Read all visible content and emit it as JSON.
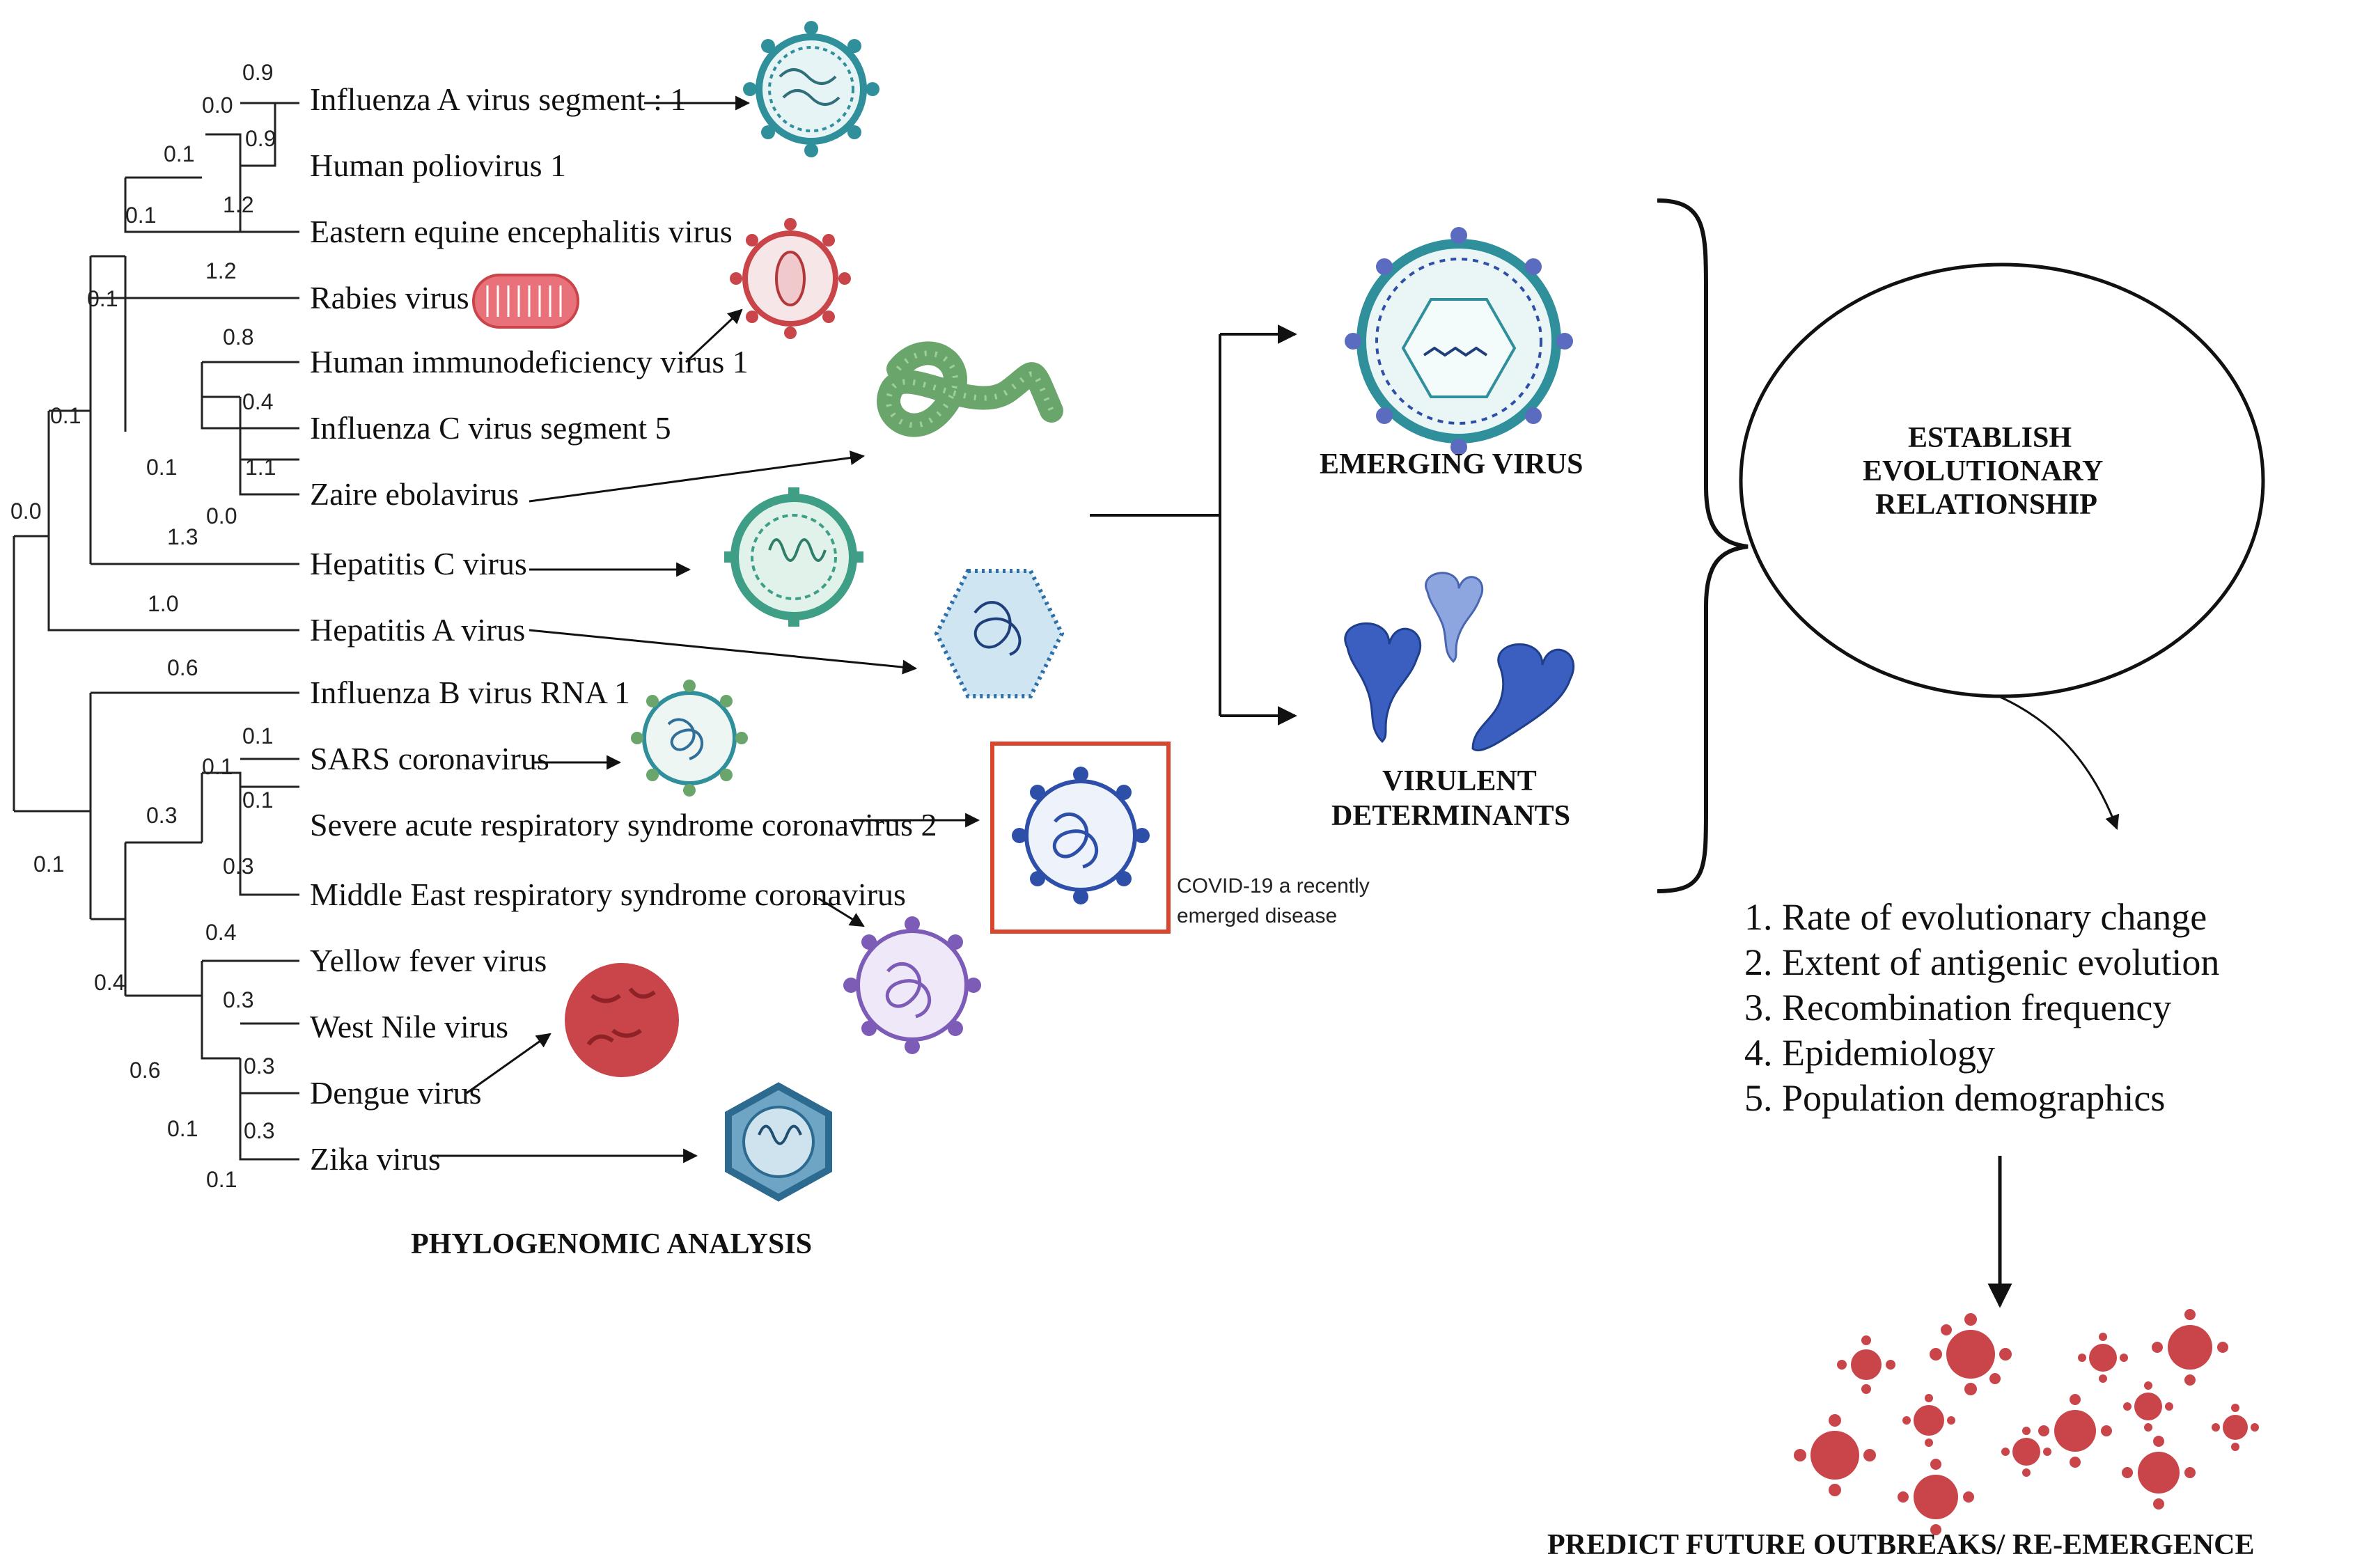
{
  "tree": {
    "leaves": [
      "Influenza A virus segment : 1",
      "Human poliovirus 1",
      "Eastern equine encephalitis virus",
      "Rabies virus",
      "Human immunodeficiency virus 1",
      "Influenza C virus segment 5",
      "Zaire ebolavirus",
      "Hepatitis C virus",
      "Hepatitis A virus",
      "Influenza B virus RNA 1",
      "SARS coronavirus",
      "Severe acute respiratory syndrome coronavirus 2",
      "Middle East respiratory syndrome coronavirus",
      "Yellow fever virus",
      "West Nile virus",
      "Dengue virus",
      "Zika virus"
    ],
    "branch_lengths": [
      "0.9",
      "0.0",
      "0.9",
      "0.1",
      "1.2",
      "0.1",
      "1.2",
      "0.1",
      "0.8",
      "0.4",
      "0.1",
      "1.1",
      "0.0",
      "0.1",
      "1.3",
      "0.0",
      "1.0",
      "0.6",
      "0.1",
      "0.1",
      "0.1",
      "0.3",
      "0.3",
      "0.1",
      "0.4",
      "0.4",
      "0.3",
      "0.6",
      "0.3",
      "0.1",
      "0.3",
      "0.1"
    ],
    "caption": "PHYLOGENOMIC ANALYSIS"
  },
  "covid_box": {
    "line1": "COVID-19 a recently",
    "line2": "emerged disease"
  },
  "outputs": {
    "emerging": "EMERGING VIRUS",
    "virulent_line1": "VIRULENT",
    "virulent_line2": "DETERMINANTS"
  },
  "ellipse": {
    "line1": "ESTABLISH",
    "line2": "EVOLUTIONARY",
    "line3": "RELATIONSHIP"
  },
  "factors": [
    "1. Rate of evolutionary change",
    "2. Extent of antigenic evolution",
    "3. Recombination frequency",
    "4. Epidemiology",
    "5. Population demographics"
  ],
  "prediction": "PREDICT FUTURE OUTBREAKS/ RE-EMERGENCE",
  "colors": {
    "teal": "#2f8f9a",
    "green": "#6aa56b",
    "red": "#c9454a",
    "blue": "#2d4fa8",
    "purple": "#7d5cb8",
    "box_border": "#d9462e"
  }
}
